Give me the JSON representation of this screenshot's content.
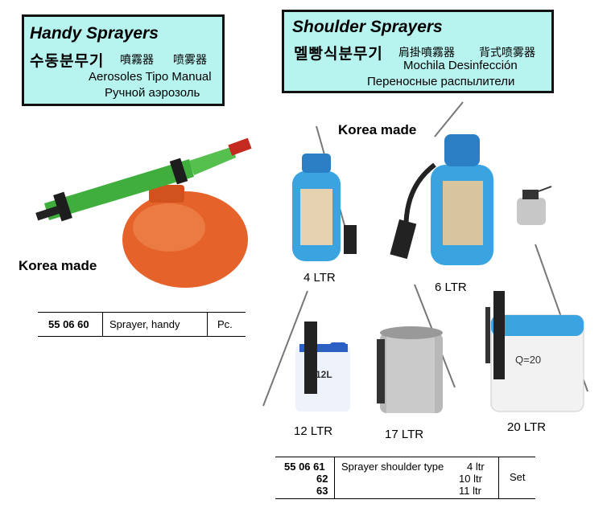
{
  "handy_box": {
    "title": "Handy Sprayers",
    "korean": "수동분무기",
    "chinese_1": "噴霧器",
    "chinese_2": "喷雾器",
    "spanish": "Aerosoles Tipo Manual",
    "russian": "Ручной аэрозоль"
  },
  "shoulder_box": {
    "title": "Shoulder Sprayers",
    "korean": "멜빵식분무기",
    "chinese_1": "肩掛噴霧器",
    "chinese_2": "背式喷雾器",
    "spanish": "Mochila Desinfección",
    "russian": "Переносные распылители"
  },
  "korea_made": "Korea made",
  "korea_made_2": "Korea made",
  "capacities": {
    "c4": "4 LTR",
    "c6": "6 LTR",
    "c12": "12 LTR",
    "c17": "17 LTR",
    "c20": "20 LTR"
  },
  "handy_table": {
    "code": "55 06 60",
    "description": "Sprayer, handy",
    "unit": "Pc."
  },
  "shoulder_table": {
    "codes": [
      "55 06 61",
      "62",
      "63"
    ],
    "description": "Sprayer shoulder type",
    "sizes": [
      "4 ltr",
      "10 ltr",
      "11 ltr"
    ],
    "unit": "Set"
  },
  "colors": {
    "box_bg": "#b7f3ef",
    "handy_body": "#e5622a",
    "handy_tube": "#3fae3c",
    "tank_blue": "#3aa4e0",
    "tank_white": "#f2f2f2",
    "steel": "#b8b8b8"
  }
}
